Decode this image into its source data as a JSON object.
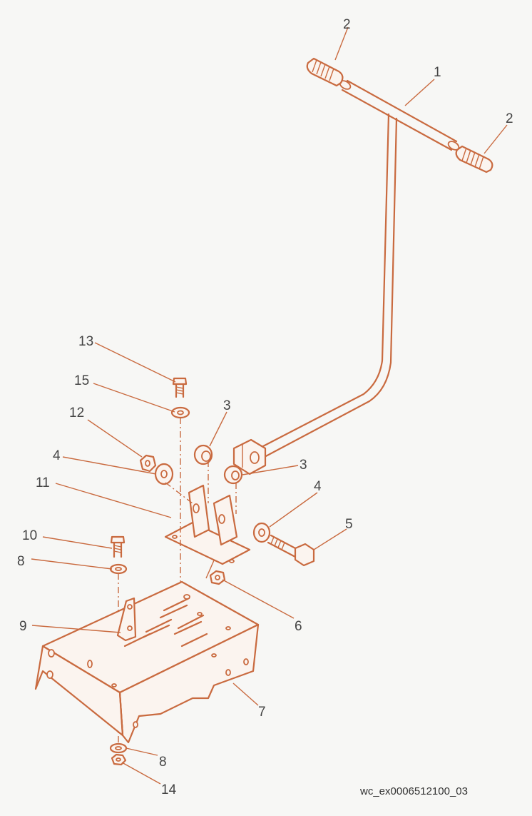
{
  "colors": {
    "accent": "#c96a3f",
    "text": "#444444",
    "background": "#f7f7f5"
  },
  "callouts": [
    {
      "id": "c1",
      "label": "1"
    },
    {
      "id": "c2a",
      "label": "2"
    },
    {
      "id": "c2b",
      "label": "2"
    },
    {
      "id": "c3a",
      "label": "3"
    },
    {
      "id": "c3b",
      "label": "3"
    },
    {
      "id": "c4a",
      "label": "4"
    },
    {
      "id": "c4b",
      "label": "4"
    },
    {
      "id": "c5",
      "label": "5"
    },
    {
      "id": "c6",
      "label": "6"
    },
    {
      "id": "c7",
      "label": "7"
    },
    {
      "id": "c8a",
      "label": "8"
    },
    {
      "id": "c8b",
      "label": "8"
    },
    {
      "id": "c9",
      "label": "9"
    },
    {
      "id": "c10",
      "label": "10"
    },
    {
      "id": "c11",
      "label": "11"
    },
    {
      "id": "c12",
      "label": "12"
    },
    {
      "id": "c13",
      "label": "13"
    },
    {
      "id": "c14",
      "label": "14"
    },
    {
      "id": "c15",
      "label": "15"
    }
  ],
  "figure_id": "wc_ex0006512100_03"
}
